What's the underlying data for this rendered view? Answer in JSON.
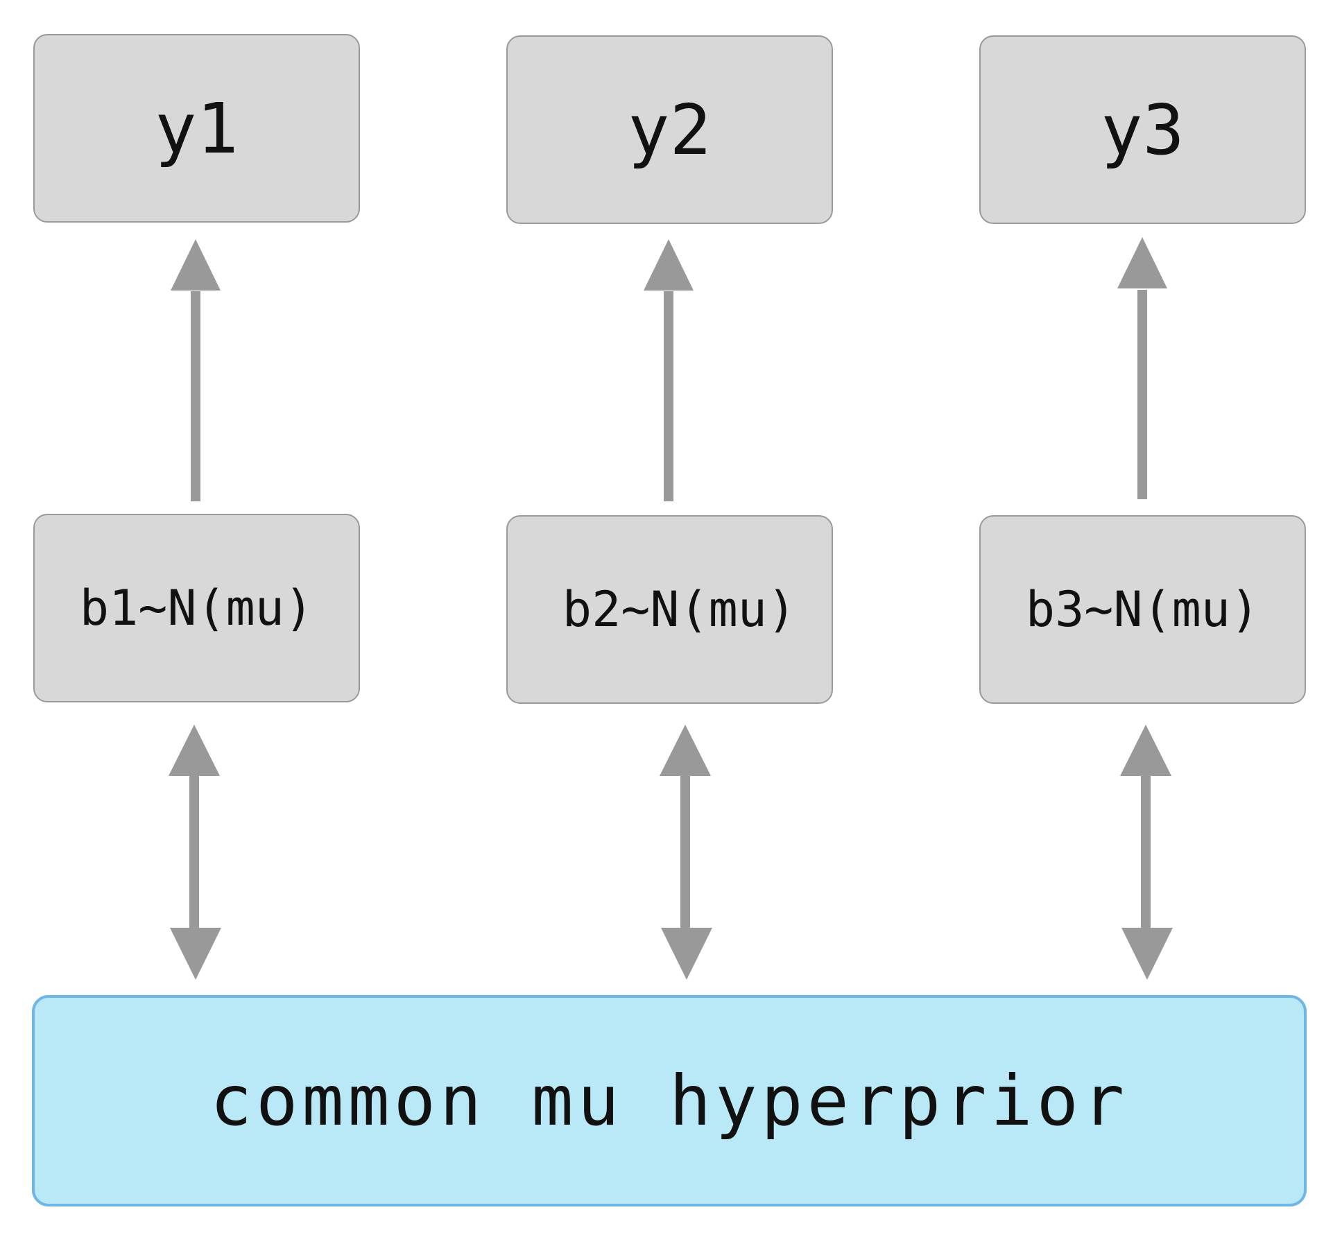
{
  "nodes": {
    "y1": "y1",
    "y2": "y2",
    "y3": "y3",
    "b1": "b1~N(mu)",
    "b2": "b2~N(mu)",
    "b3": "b3~N(mu)",
    "hyperprior": "common mu hyperprior"
  },
  "edges": [
    {
      "from": "b1",
      "to": "y1",
      "direction": "forward"
    },
    {
      "from": "b2",
      "to": "y2",
      "direction": "forward"
    },
    {
      "from": "b3",
      "to": "y3",
      "direction": "forward"
    },
    {
      "from": "hyperprior",
      "to": "b1",
      "direction": "bidirectional"
    },
    {
      "from": "hyperprior",
      "to": "b2",
      "direction": "bidirectional"
    },
    {
      "from": "hyperprior",
      "to": "b3",
      "direction": "bidirectional"
    }
  ],
  "colors": {
    "node_fill": "#d8d8d8",
    "node_border": "#9a9a9a",
    "hyperprior_fill": "#b9e8f7",
    "hyperprior_border": "#6fb6e6",
    "arrow": "#999999"
  }
}
